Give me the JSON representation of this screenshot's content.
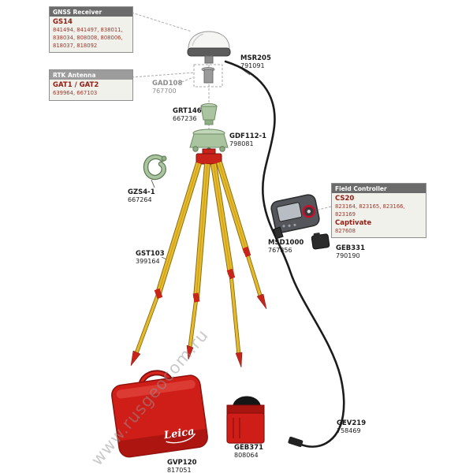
{
  "watermark": "www.rusgeocom.ru",
  "brand_logo": "Leica",
  "colors": {
    "leica_red": "#cf1d18",
    "tripod_yellow": "#e6bb2b",
    "accessory_green": "#a9c49e",
    "cable_black": "#1c1c1c",
    "box_header_dark": "#6b6b6b",
    "box_header_light": "#9c9c9c",
    "part_text_red": "#8f2016"
  },
  "info_boxes": {
    "gnss_receiver": {
      "header": "GNSS Receiver",
      "model": "GS14",
      "parts": [
        "841494, 841497, 838011,",
        "838034, 808008, 808006,",
        "818037, 818092"
      ]
    },
    "rtk_antenna": {
      "header": "RTK Antenna",
      "model": "GAT1 / GAT2",
      "parts": [
        "639964, 667103"
      ]
    },
    "field_controller": {
      "header": "Field Controller",
      "model": "CS20",
      "parts": [
        "823164, 823165, 823166,",
        "823169"
      ],
      "software": "Captivate",
      "software_part": "827608"
    }
  },
  "part_labels": {
    "gad108": {
      "name": "GAD108",
      "number": "767700"
    },
    "msr205": {
      "name": "MSR205",
      "number": "791091"
    },
    "grt146": {
      "name": "GRT146",
      "number": "667236"
    },
    "gdf112_1": {
      "name": "GDF112-1",
      "number": "798081"
    },
    "gzs4_1": {
      "name": "GZS4-1",
      "number": "667264"
    },
    "gst103": {
      "name": "GST103",
      "number": "399164"
    },
    "msd1000": {
      "name": "MSD1000",
      "number": "767856"
    },
    "geb331": {
      "name": "GEB331",
      "number": "790190"
    },
    "gvp120": {
      "name": "GVP120",
      "number": "817051"
    },
    "geb371": {
      "name": "GEB371",
      "number": "808064"
    },
    "gev219": {
      "name": "GEV219",
      "number": "758469"
    }
  }
}
